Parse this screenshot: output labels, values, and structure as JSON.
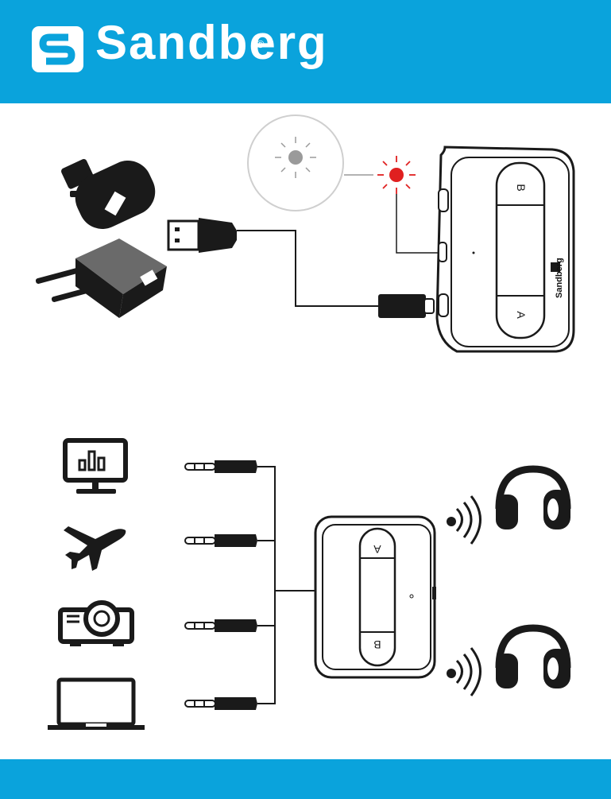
{
  "brand": {
    "name": "Sandberg",
    "registered_mark": "®",
    "primary_color": "#0aa3dc",
    "led_color": "#e02020",
    "logo_icon": "sandberg-s-logo"
  },
  "device": {
    "button_a": "A",
    "button_b": "B",
    "brand_label": "Sandberg"
  },
  "icons": {
    "power_sources": [
      "car-charger-icon",
      "wall-charger-icon"
    ],
    "audio_sources": [
      "tv-monitor-icon",
      "airplane-icon",
      "projector-icon",
      "laptop-icon"
    ],
    "outputs": [
      "headphones-icon",
      "headphones-icon"
    ]
  }
}
